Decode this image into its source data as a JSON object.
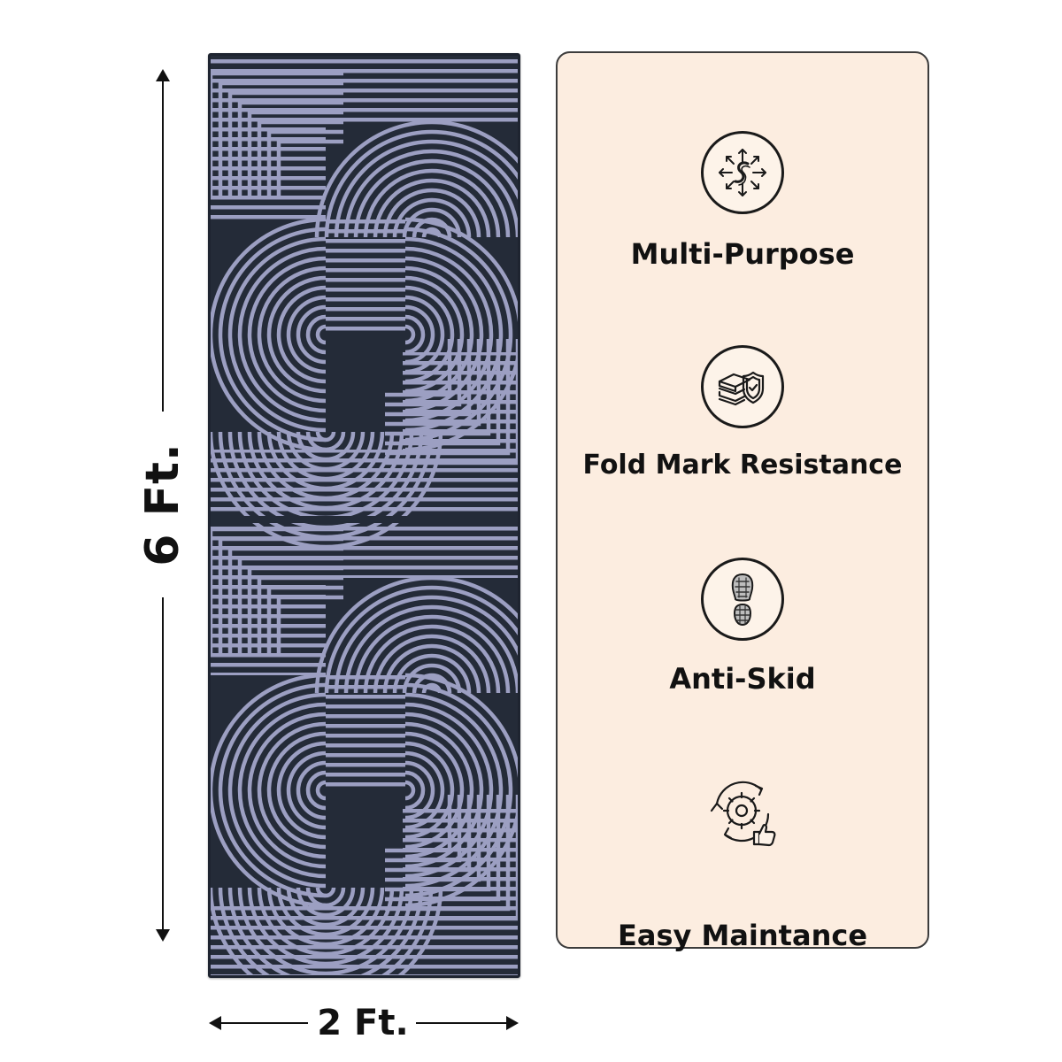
{
  "dimensions": {
    "height_label": "6 Ft.",
    "width_label": "2 Ft."
  },
  "features": [
    {
      "label": "Multi-Purpose",
      "icon": "multi-direction-arrows-icon"
    },
    {
      "label": "Fold Mark Resistance",
      "icon": "layers-shield-icon"
    },
    {
      "label": "Anti-Skid",
      "icon": "shoe-sole-icon"
    },
    {
      "label": "Easy Maintance",
      "icon": "gear-cycle-thumbs-up-icon"
    }
  ],
  "colors": {
    "rug_dark": "#242b38",
    "rug_light": "#9c9fc2",
    "panel_background": "#fcede0",
    "text": "#111111"
  }
}
